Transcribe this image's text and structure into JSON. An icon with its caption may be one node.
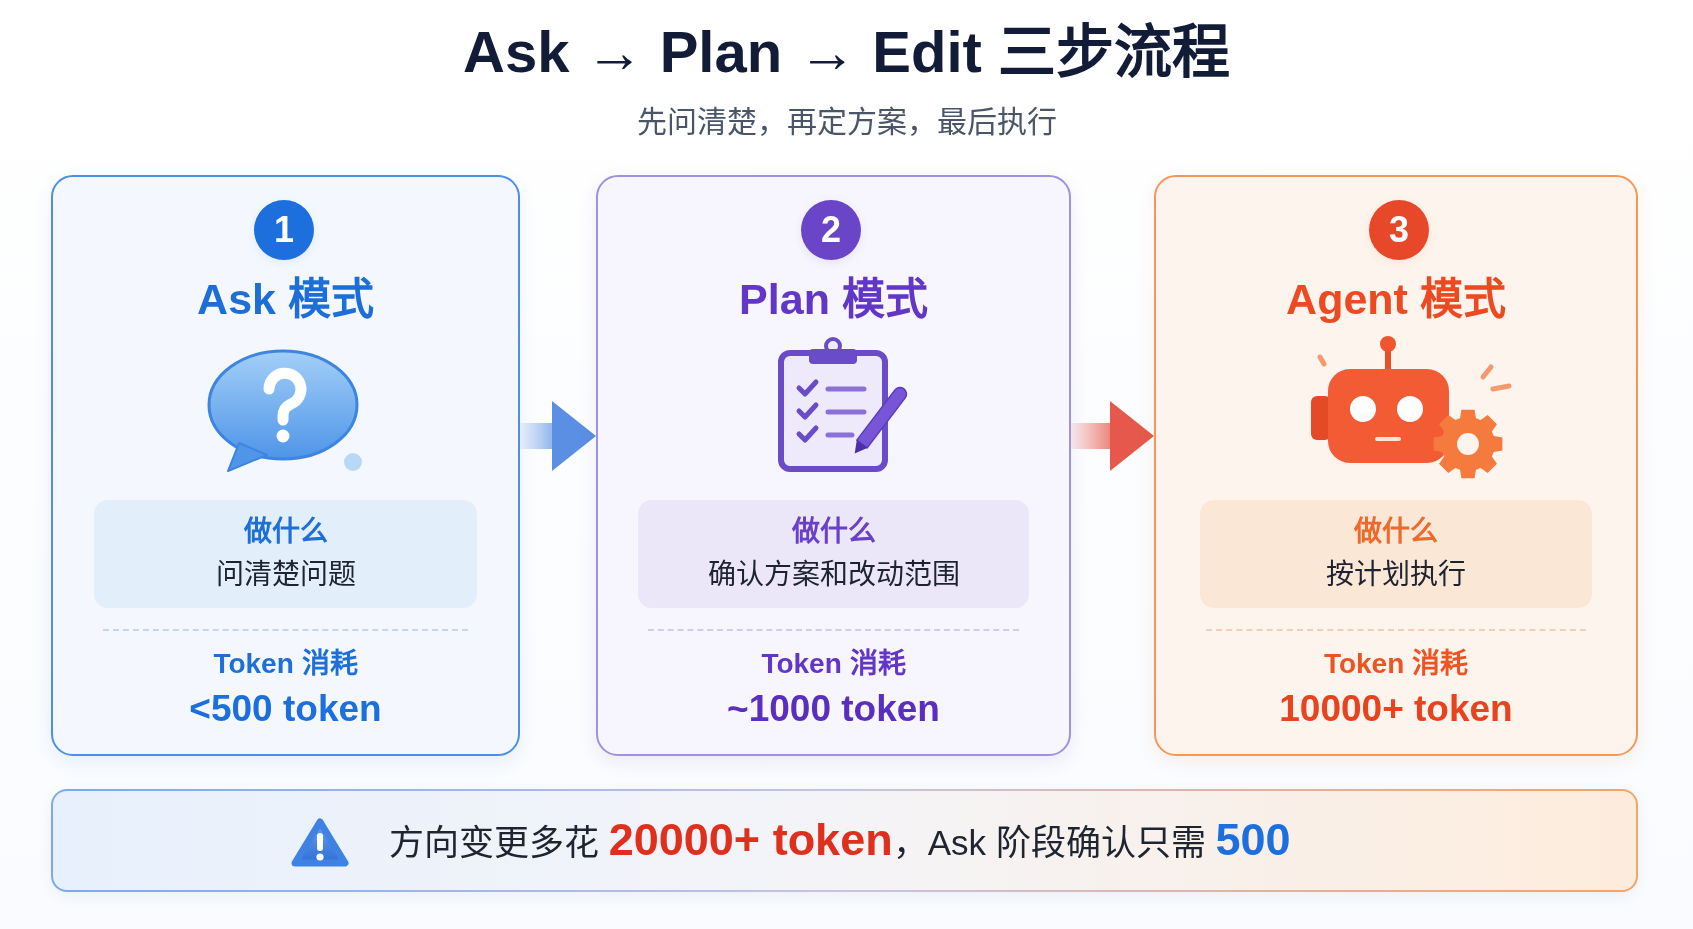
{
  "diagram": {
    "title": "Ask → Plan → Edit 三步流程",
    "nodes": [
      {
        "text": [
          "Ask 模式",
          "Token 消耗",
          "<500 token"
        ]
      },
      {
        "text": [
          "1"
        ],
        "in": 0
      },
      {
        "text": [
          "做什么",
          "问清楚问题"
        ],
        "in": 0
      },
      {
        "text": [
          "Plan 模式",
          "Token 消耗",
          "~1000 token"
        ]
      },
      {
        "text": [
          "2"
        ],
        "in": 3
      },
      {
        "text": [
          "做什么",
          "确认方案和改动范围"
        ],
        "in": 3
      },
      {
        "text": [
          "Agent 模式",
          "Token 消耗",
          "10000+ token"
        ]
      },
      {
        "text": [
          "3"
        ],
        "in": 6
      },
      {
        "text": [
          "做什么",
          "按计划执行"
        ],
        "in": 6
      },
      {
        "text": [
          "方向变更多花 **20000+ token**，Ask 阶段确认只需 **500**"
        ]
      }
    ],
    "edges": [
      {
        "from": 0,
        "to": 3,
        "arrow": "to",
        "color": "#5b8fe3"
      },
      {
        "from": 3,
        "to": 6,
        "arrow": "to",
        "color": "#e5584b"
      }
    ],
    "labels": [
      "先问清楚，再定方案，最后执行"
    ]
  }
}
